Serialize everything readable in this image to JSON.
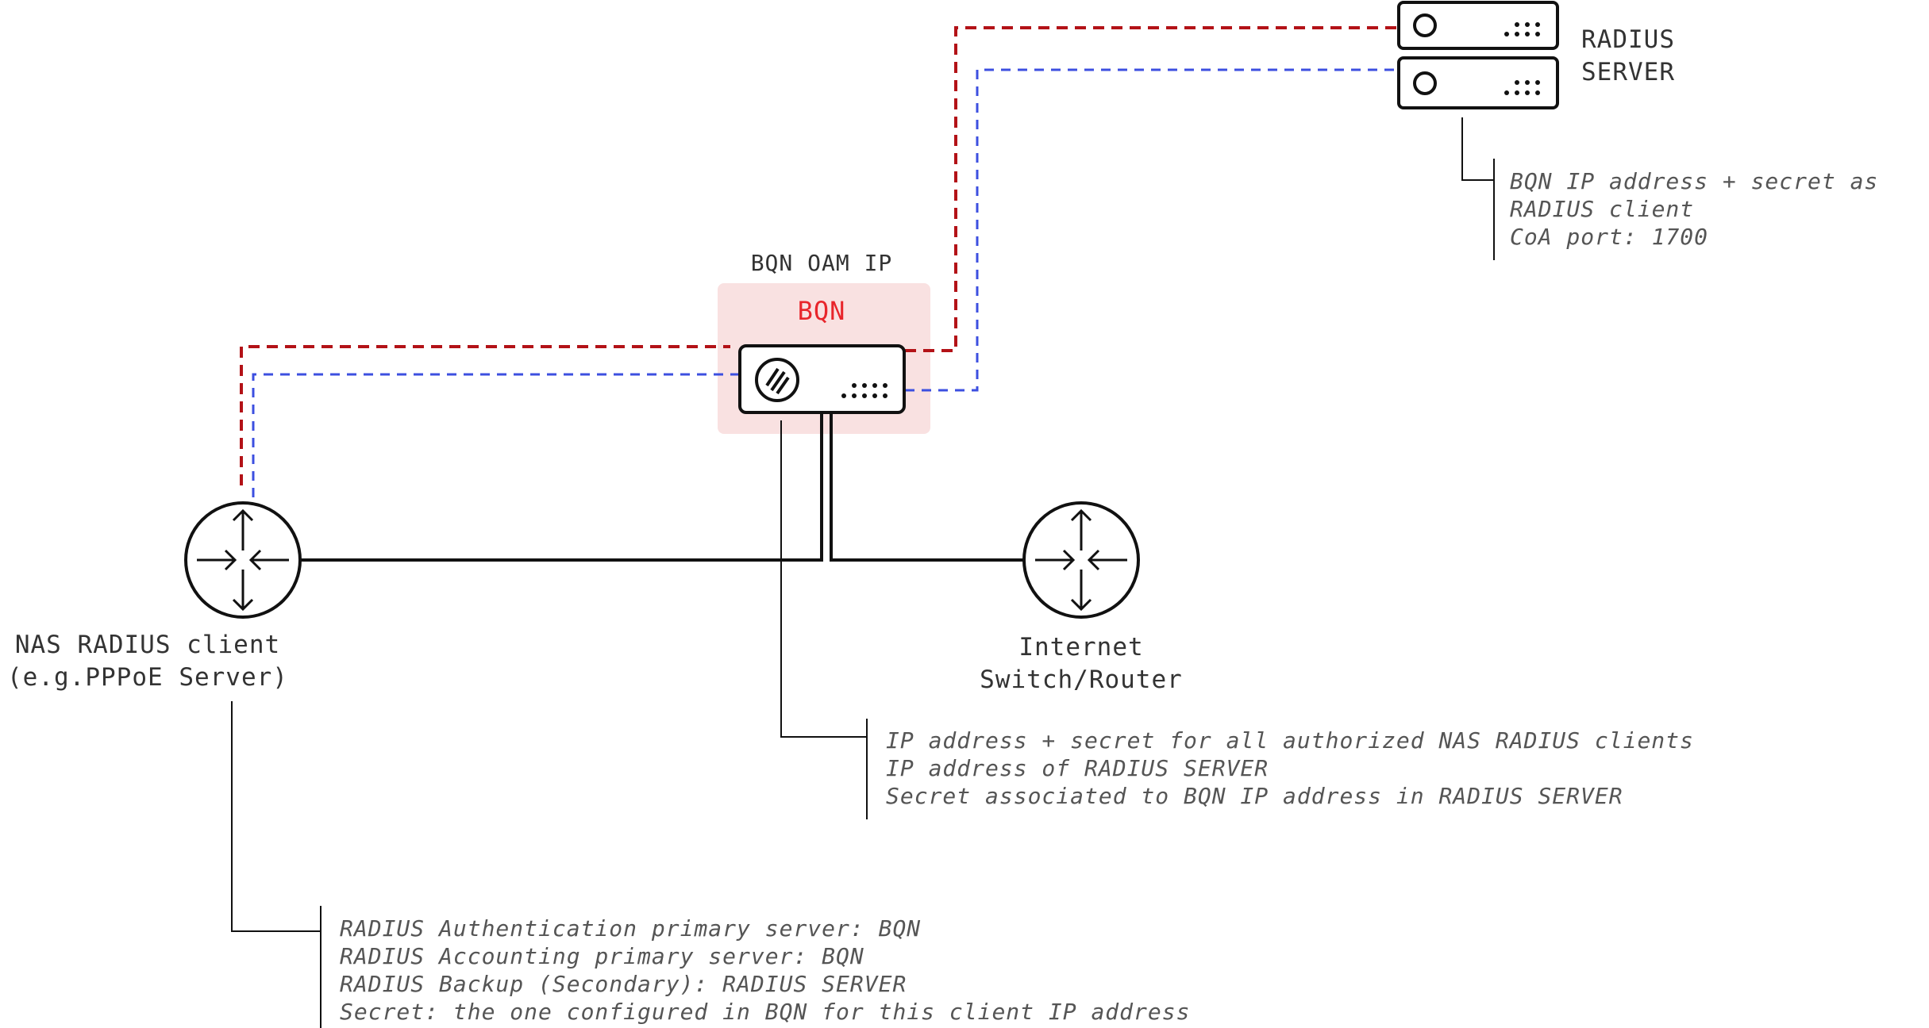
{
  "colors": {
    "red_link": "#b31217",
    "blue_link": "#3c4fe0",
    "bqn_label": "#e8252b",
    "bqn_box": "#f9e1e1",
    "line": "#111111",
    "text": "#333333",
    "note_text": "#555555"
  },
  "radius_server": {
    "label_line1": "RADIUS",
    "label_line2": "SERVER",
    "icon": "server-icon",
    "notes": [
      "BQN IP address + secret as",
      "RADIUS client",
      "CoA port: 1700"
    ]
  },
  "bqn": {
    "oam_label": "BQN OAM IP",
    "title": "BQN",
    "icon": "bqn-appliance-icon",
    "notes": [
      "IP address + secret for all authorized NAS RADIUS clients",
      "IP address of RADIUS SERVER",
      "Secret associated to BQN IP address in RADIUS SERVER"
    ]
  },
  "nas": {
    "label_line1": "NAS RADIUS client",
    "label_line2": "(e.g.PPPoE Server)",
    "icon": "router-icon",
    "notes": [
      "RADIUS Authentication primary server: BQN",
      "RADIUS Accounting primary server: BQN",
      "RADIUS Backup (Secondary): RADIUS SERVER",
      "Secret: the one configured in BQN for this client IP address"
    ]
  },
  "internet": {
    "label_line1": "Internet",
    "label_line2": "Switch/Router",
    "icon": "router-icon"
  }
}
